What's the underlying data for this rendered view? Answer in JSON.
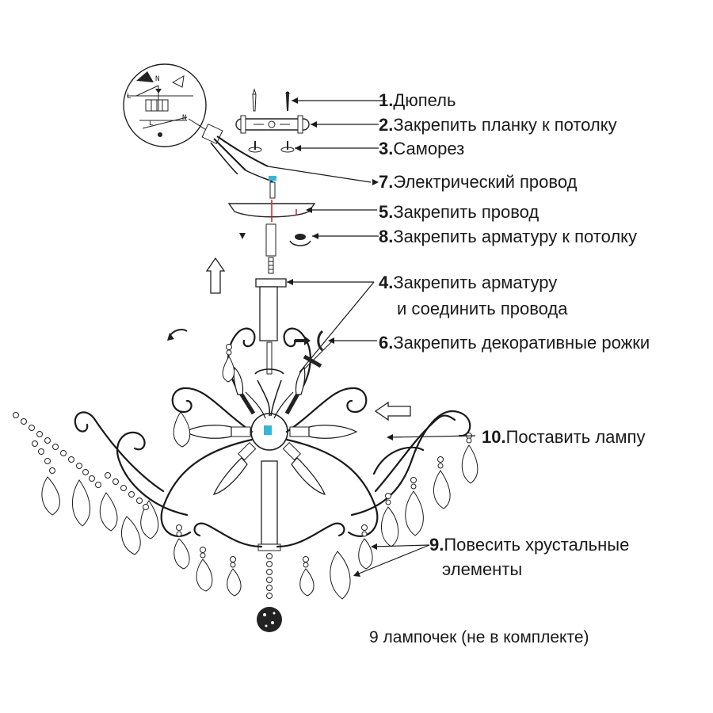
{
  "steps": [
    {
      "id": "1",
      "num": "1.",
      "text": "Дюпель"
    },
    {
      "id": "2",
      "num": "2.",
      "text": "Закрепить планку к потолку"
    },
    {
      "id": "3",
      "num": "3.",
      "text": "Саморез"
    },
    {
      "id": "7",
      "num": "7.",
      "text": "Электрический провод"
    },
    {
      "id": "5",
      "num": "5.",
      "text": "Закрепить провод"
    },
    {
      "id": "8",
      "num": "8.",
      "text": "Закрепить арматуру к потолку"
    },
    {
      "id": "4",
      "num": "4.",
      "text": "Закрепить арматуру",
      "text2": "и соединить провода"
    },
    {
      "id": "6",
      "num": "6.",
      "text": "Закрепить декоративные рожки"
    },
    {
      "id": "10",
      "num": "10.",
      "text": "Поставить лампу"
    },
    {
      "id": "9",
      "num": "9.",
      "text": "Повесить хрустальные",
      "text2": "элементы"
    }
  ],
  "note": "9 лампочек (не в комплекте)",
  "wiring_inset": {
    "label_l1": "L",
    "label_n": "N",
    "label_l2": "L",
    "label_n2": "N"
  },
  "icons": {
    "ground": "ground-warning-icon",
    "arrow": "direction-arrow-icon"
  },
  "colors": {
    "line": "#1a1a1a",
    "accent_blue": "#2fb8d8",
    "accent_red": "#d32020"
  }
}
